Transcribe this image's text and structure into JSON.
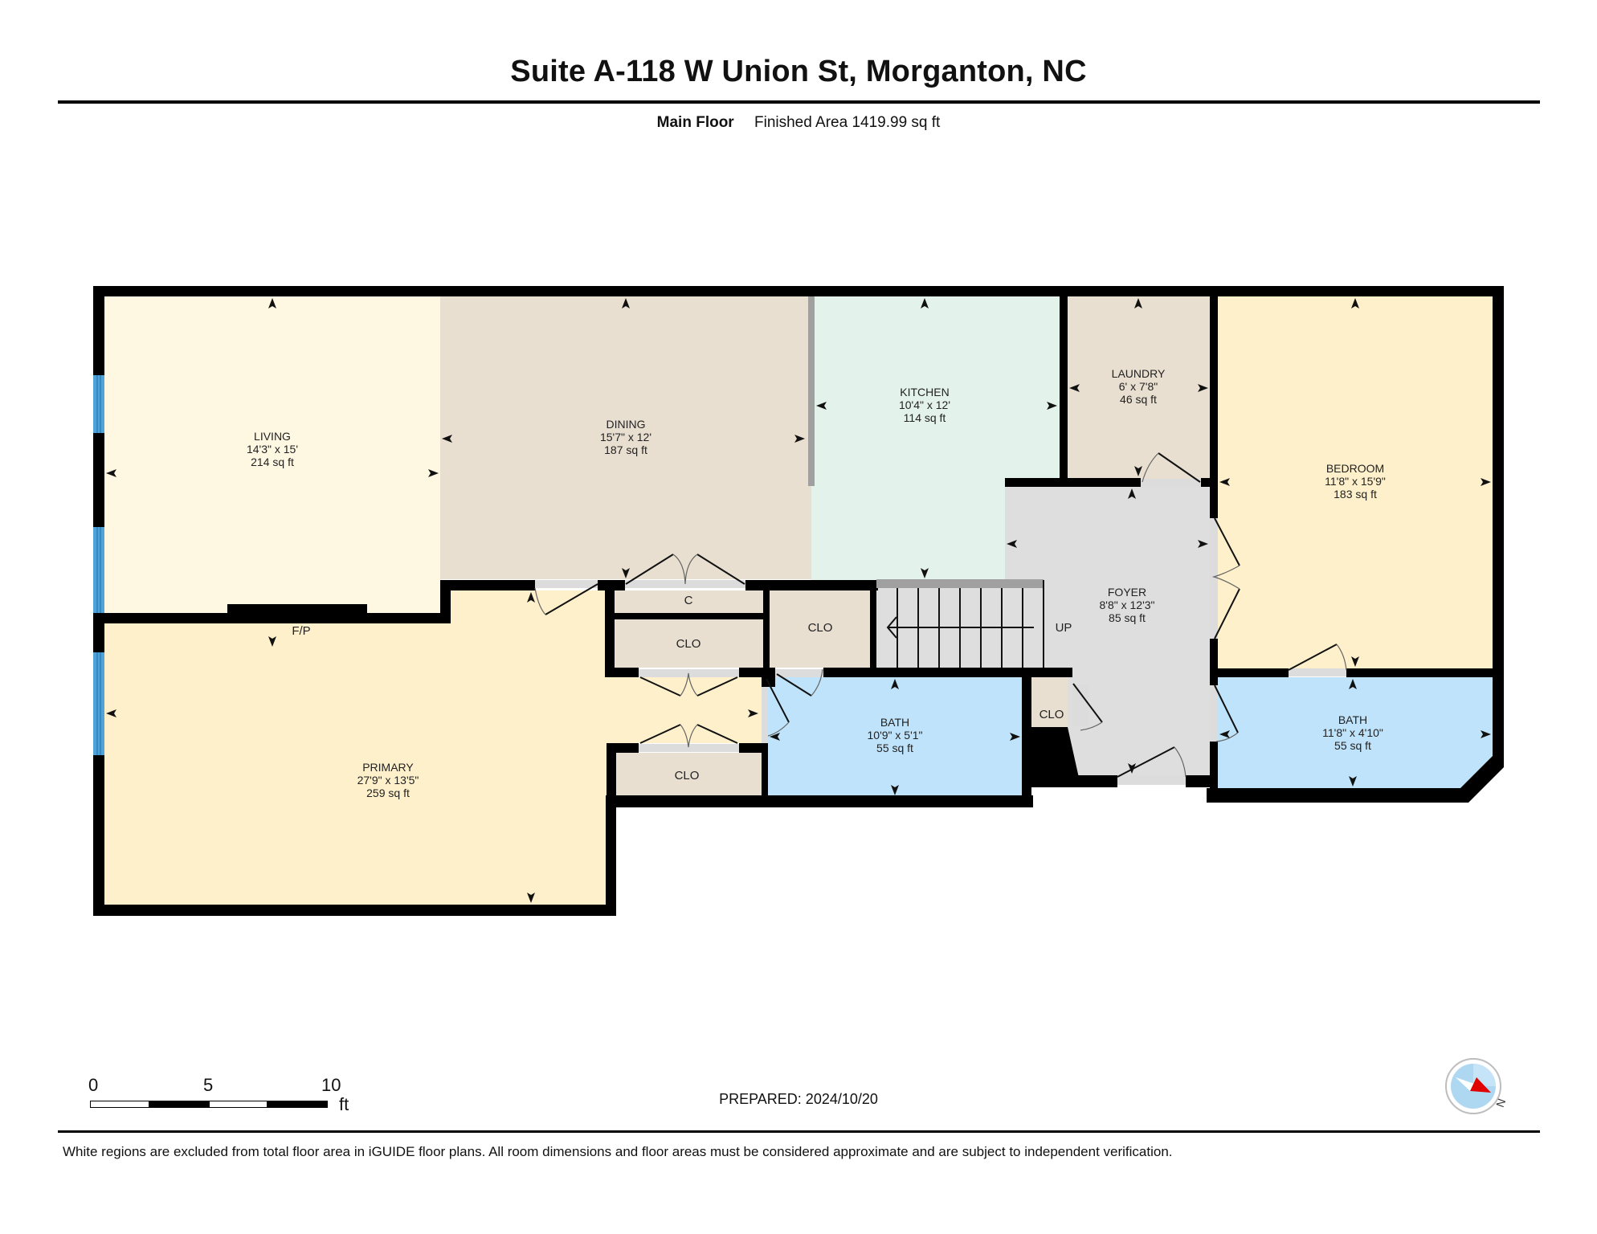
{
  "header": {
    "title": "Suite A-118 W Union St, Morganton, NC",
    "floor_name": "Main Floor",
    "finished_area": "Finished Area 1419.99 sq ft"
  },
  "rooms": {
    "living": {
      "name": "LIVING",
      "dims": "14'3\" x 15'",
      "area": "214 sq ft",
      "color": "#FEF7E2"
    },
    "dining": {
      "name": "DINING",
      "dims": "15'7\" x 12'",
      "area": "187 sq ft",
      "color": "#E8DFD0"
    },
    "kitchen": {
      "name": "KITCHEN",
      "dims": "10'4\" x 12'",
      "area": "114 sq ft",
      "color": "#E4F2EC"
    },
    "laundry": {
      "name": "LAUNDRY",
      "dims": "6' x 7'8\"",
      "area": "46 sq ft",
      "color": "#E8DFD0"
    },
    "bedroom": {
      "name": "BEDROOM",
      "dims": "11'8\" x 15'9\"",
      "area": "183 sq ft",
      "color": "#FEF0CB"
    },
    "foyer": {
      "name": "FOYER",
      "dims": "8'8\" x 12'3\"",
      "area": "85 sq ft",
      "color": "#DEDEDE"
    },
    "primary": {
      "name": "PRIMARY",
      "dims": "27'9\" x 13'5\"",
      "area": "259 sq ft",
      "color": "#FEF0CB"
    },
    "bath1": {
      "name": "BATH",
      "dims": "10'9\" x 5'1\"",
      "area": "55 sq ft",
      "color": "#BFE3FA"
    },
    "bath2": {
      "name": "BATH",
      "dims": "11'8\" x 4'10\"",
      "area": "55 sq ft",
      "color": "#BFE3FA"
    }
  },
  "small_spaces": {
    "fireplace": "F/P",
    "closet_c": "C",
    "closet_1": "CLO",
    "closet_2": "CLO",
    "closet_3": "CLO",
    "closet_4": "CLO",
    "stairs_label": "UP"
  },
  "colors": {
    "wall": "#000000",
    "window": "#4FA3D8",
    "closet": "#E8DFD0",
    "stairs": "#DEDEDE",
    "stair_rail": "#A0A0A0",
    "door_opening": "#DCDCDC"
  },
  "scale_bar": {
    "labels": [
      "0",
      "5",
      "10"
    ],
    "unit": "ft"
  },
  "footer": {
    "prepared": "PREPARED: 2024/10/20",
    "compass_label": "N",
    "disclaimer": "White regions are excluded from total floor area in iGUIDE floor plans. All room dimensions and floor areas must be considered approximate and are subject to independent verification."
  }
}
